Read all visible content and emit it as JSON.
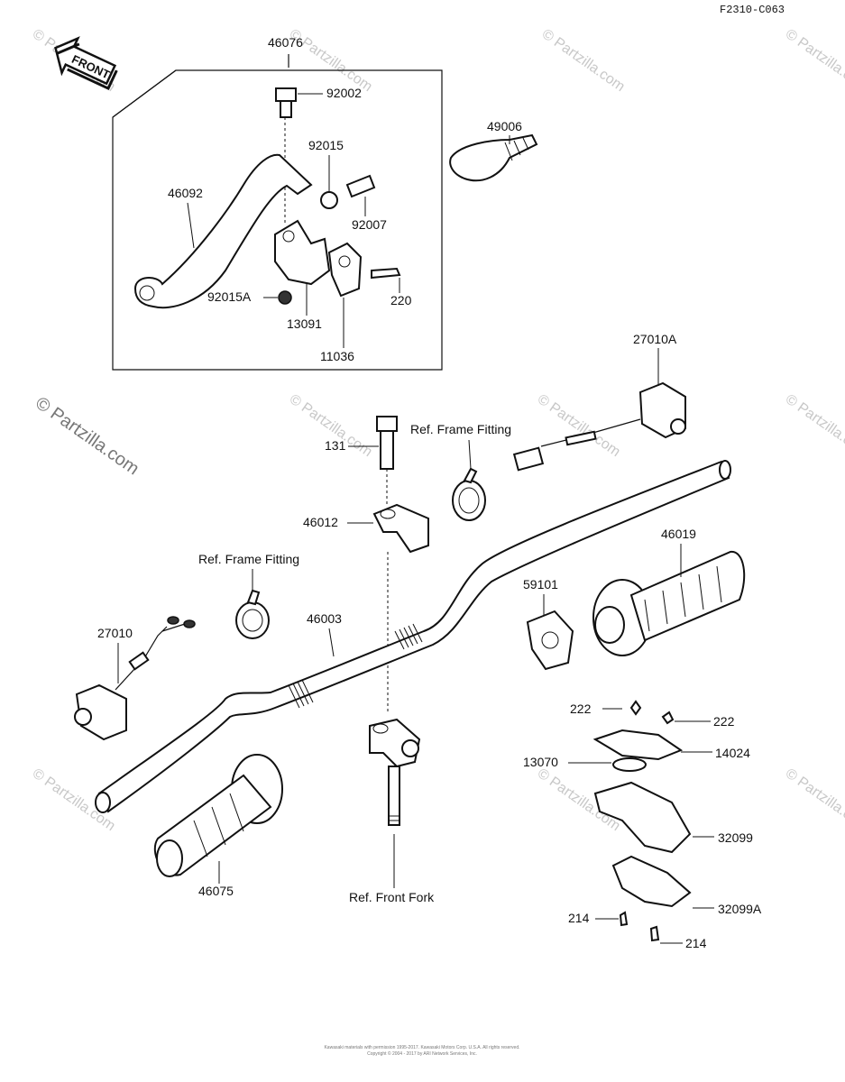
{
  "figure_code": "F2310-C063",
  "front_label": "FRONT",
  "watermark": "© Partzilla.com",
  "footer_lines": [
    "Kawasaki materials with permission 1995-2017. Kawasaki Motors Corp. U.S.A. All rights reserved.",
    "Copyright © 2004 - 2017 by ARI Network Services, Inc."
  ],
  "labels": {
    "p46076": "46076",
    "p92002": "92002",
    "p92015": "92015",
    "p92007": "92007",
    "p46092": "46092",
    "p92015A": "92015A",
    "p13091": "13091",
    "p220": "220",
    "p11036": "11036",
    "p49006": "49006",
    "p27010A": "27010A",
    "p131": "131",
    "refFrame1": "Ref. Frame  Fitting",
    "p46012": "46012",
    "p46019": "46019",
    "refFrame2": "Ref. Frame Fitting",
    "p59101": "59101",
    "p27010": "27010",
    "p46003": "46003",
    "p222a": "222",
    "p222b": "222",
    "p14024": "14024",
    "p13070": "13070",
    "p32099": "32099",
    "p46075": "46075",
    "refFrontFork": "Ref. Front Fork",
    "p32099A": "32099A",
    "p214a": "214",
    "p214b": "214"
  }
}
